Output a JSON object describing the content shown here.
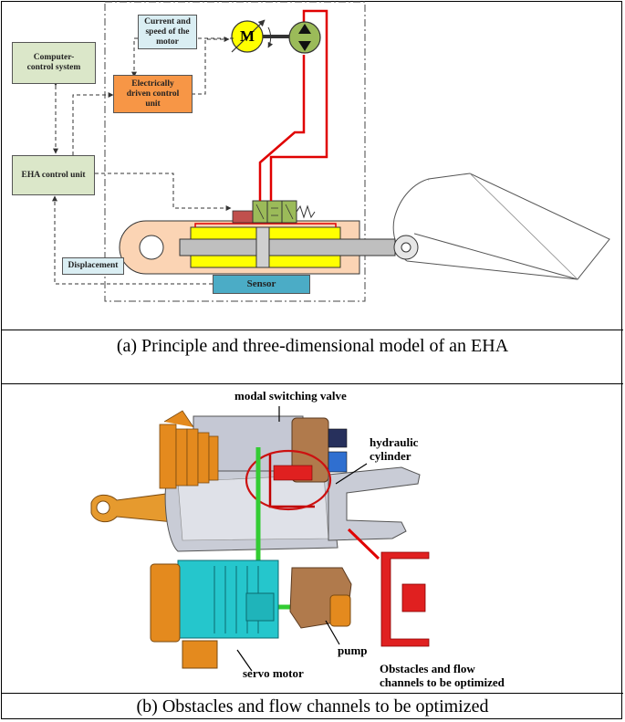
{
  "part_a": {
    "caption": "(a) Principle and three-dimensional model of an EHA",
    "boxes": {
      "computer_control": "Computer-\ncontrol system",
      "ehaControl": "EHA control unit",
      "current_speed": "Current and\nspeed of the\nmotor",
      "electric_control": "Electrically\ndriven control\nunit",
      "displacement": "Displacement",
      "sensor": "Sensor"
    },
    "motor_symbol": "M"
  },
  "part_b": {
    "caption": "(b) Obstacles and flow channels to be optimized",
    "labels": {
      "modal_valve": "modal switching valve",
      "hydraulic_cylinder": "hydraulic\ncylinder",
      "pump": "pump",
      "servo_motor": "servo motor",
      "obstacles": "Obstacles and flow\nchannels to be optimized"
    }
  },
  "colors": {
    "box_green": "#dbe7c9",
    "box_orange": "#f79646",
    "box_blue_light": "#daeef3",
    "sensor_blue": "#4bacc6",
    "cylinder_orange": "#fbd4b4",
    "piston_yellow": "#ffff00",
    "rod_gray": "#bfbfbf",
    "flow_red": "#e00000",
    "motor_yellow": "#ffff00",
    "pump_green": "#9bbb59"
  }
}
